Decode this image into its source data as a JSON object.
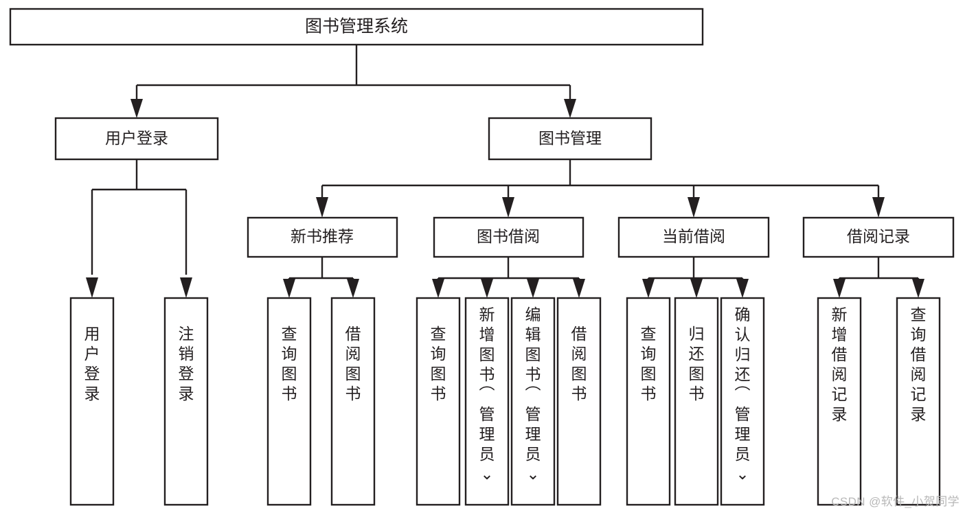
{
  "diagram": {
    "title": "图书管理系统",
    "type": "tree",
    "watermark": "CSDN @软件_小贺同学",
    "colors": {
      "stroke": "#231f20",
      "fill": "#ffffff",
      "background": "#ffffff",
      "watermark": "#b8b8b8"
    },
    "root": {
      "label": "图书管理系统"
    },
    "level2": [
      {
        "label": "用户登录"
      },
      {
        "label": "图书管理"
      }
    ],
    "level3": [
      {
        "label": "新书推荐"
      },
      {
        "label": "图书借阅"
      },
      {
        "label": "当前借阅"
      },
      {
        "label": "借阅记录"
      }
    ],
    "leaves": {
      "user_login": [
        {
          "label": "用户登录"
        },
        {
          "label": "注销登录"
        }
      ],
      "new_book": [
        {
          "label": "查询图书"
        },
        {
          "label": "借阅图书"
        }
      ],
      "book_borrow": [
        {
          "label": "查询图书"
        },
        {
          "label": "新增图书（管理员）"
        },
        {
          "label": "编辑图书（管理员）"
        },
        {
          "label": "借阅图书"
        }
      ],
      "current_borrow": [
        {
          "label": "查询图书"
        },
        {
          "label": "归还图书"
        },
        {
          "label": "确认归还（管理员）"
        }
      ],
      "borrow_record": [
        {
          "label": "新增借阅记录"
        },
        {
          "label": "查询借阅记录"
        }
      ]
    }
  }
}
